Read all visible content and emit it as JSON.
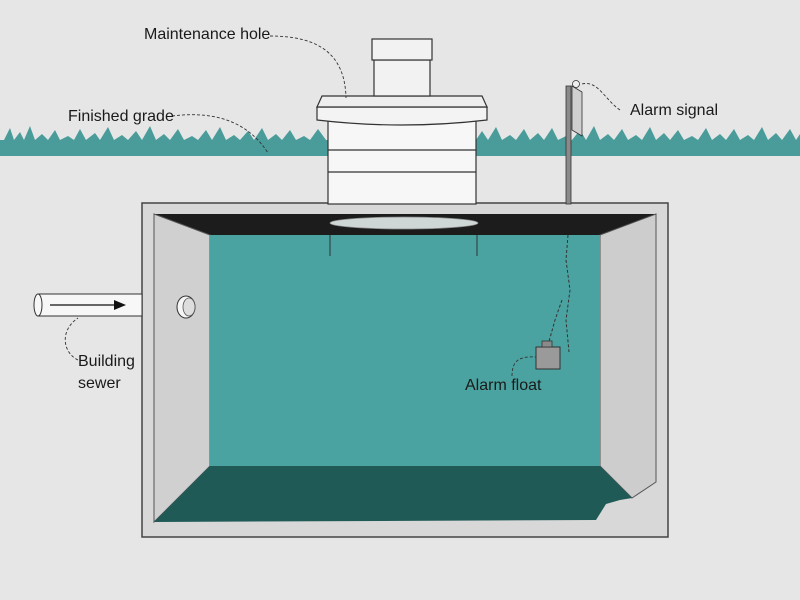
{
  "labels": {
    "maintenance_hole": "Maintenance hole",
    "finished_grade": "Finished grade",
    "alarm_signal": "Alarm signal",
    "building_sewer_line1": "Building",
    "building_sewer_line2": "sewer",
    "alarm_float": "Alarm float"
  },
  "colors": {
    "soil": "#e6e6e6",
    "grass": "#4a9c9a",
    "water": "#4aa3a0",
    "water_floor": "#1f5a56",
    "concrete": "#d8d8d8",
    "concrete_side": "#cfcfcf",
    "tank_roof": "#1c1c1c",
    "outline": "#333333"
  }
}
